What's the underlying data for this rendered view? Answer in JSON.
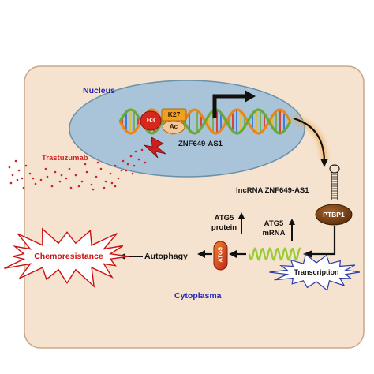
{
  "labels": {
    "nucleus": "Nucleus",
    "cytoplasma": "Cytoplasma",
    "trastuzumab": "Trastuzumab",
    "h3": "H3",
    "k27": "K27",
    "ac": "Ac",
    "gene": "ZNF649-AS1",
    "lncrna": "lncRNA ZNF649-AS1",
    "ptbp1": "PTBP1",
    "atg5_mrna_line1": "ATG5",
    "atg5_mrna_line2": "mRNA",
    "atg5_protein_line1": "ATG5",
    "atg5_protein_line2": "protein",
    "atg5_protein_shape": "ATG5",
    "autophagy": "Autophagy",
    "chemoresistance": "Chemoresistance",
    "transcription": "Transcription"
  },
  "colors": {
    "cell_fill": "#f5e3cf",
    "cell_border": "#c9a88a",
    "nucleus_fill": "#a9c4d8",
    "nucleus_border": "#6a90aa",
    "dna_orange": "#e8861e",
    "dna_green": "#6aa83a",
    "h3_red": "#d8281e",
    "k27_orange": "#f0a020",
    "ptbp1_brown": "#7a4416",
    "mrna_green": "#99cc33",
    "drug_red": "#cc2222",
    "label_blue": "#2525b8",
    "burst_red": "#cc1111",
    "burst_blue": "#2a3aa8"
  }
}
